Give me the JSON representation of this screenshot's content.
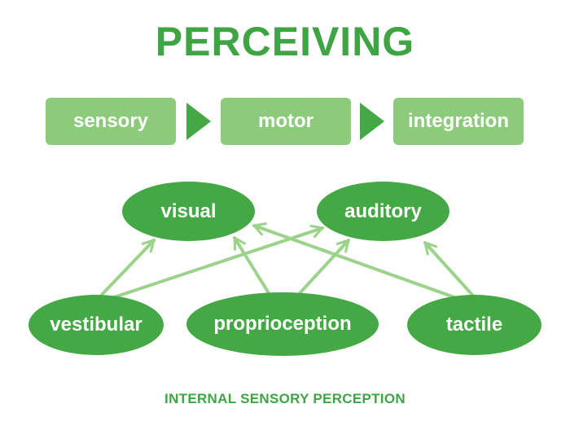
{
  "title": "PERCEIVING",
  "steps": [
    "sensory",
    "motor",
    "integration"
  ],
  "targets": {
    "visual": "visual",
    "auditory": "auditory"
  },
  "sources": {
    "vestibular": "vestibular",
    "proprioception": "proprioception",
    "tactile": "tactile"
  },
  "caption": "INTERNAL SENSORY PERCEPTION",
  "colors": {
    "title": "#3ea444",
    "step_box": "#8ccb7b",
    "step_arrow": "#44a845",
    "node": "#44a845",
    "link": "#9bd38a"
  }
}
